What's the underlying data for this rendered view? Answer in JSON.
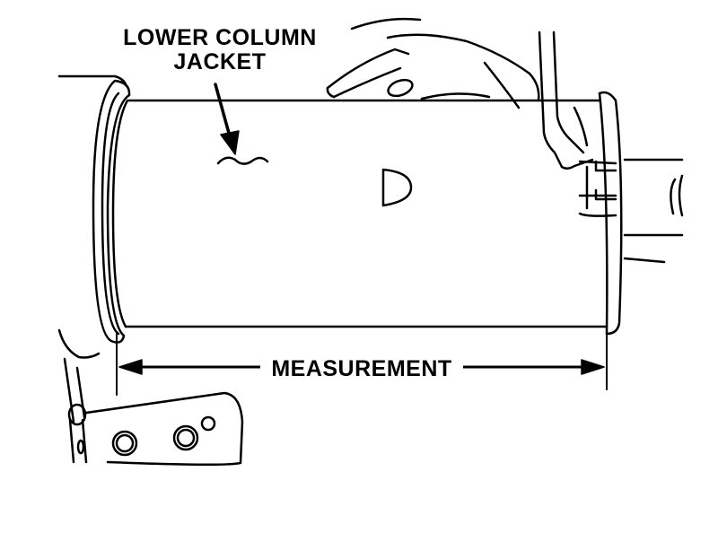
{
  "labels": {
    "lower_column_jacket_line1": "LOWER COLUMN",
    "lower_column_jacket_line2": "JACKET",
    "measurement": "MEASUREMENT"
  },
  "colors": {
    "ink": "#000000",
    "paper": "#ffffff"
  }
}
